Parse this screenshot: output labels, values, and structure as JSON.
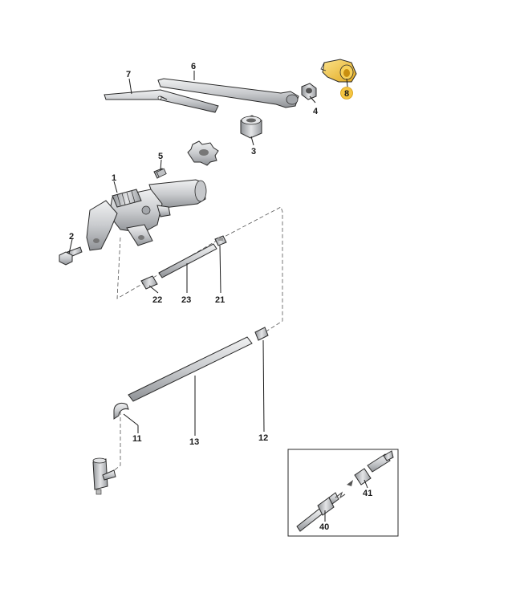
{
  "callouts": {
    "p1": "1",
    "p2": "2",
    "p3": "3",
    "p4": "4",
    "p5": "5",
    "p6": "6",
    "p7": "7",
    "p8": "8",
    "p11": "11",
    "p12": "12",
    "p13": "13",
    "p21": "21",
    "p22": "22",
    "p23": "23",
    "p40": "40",
    "p41": "41"
  },
  "colors": {
    "part_fill": "#d4d6d9",
    "part_dark": "#8c8f93",
    "highlight_part": "#f1c232",
    "highlight_badge": "#f5c542"
  }
}
